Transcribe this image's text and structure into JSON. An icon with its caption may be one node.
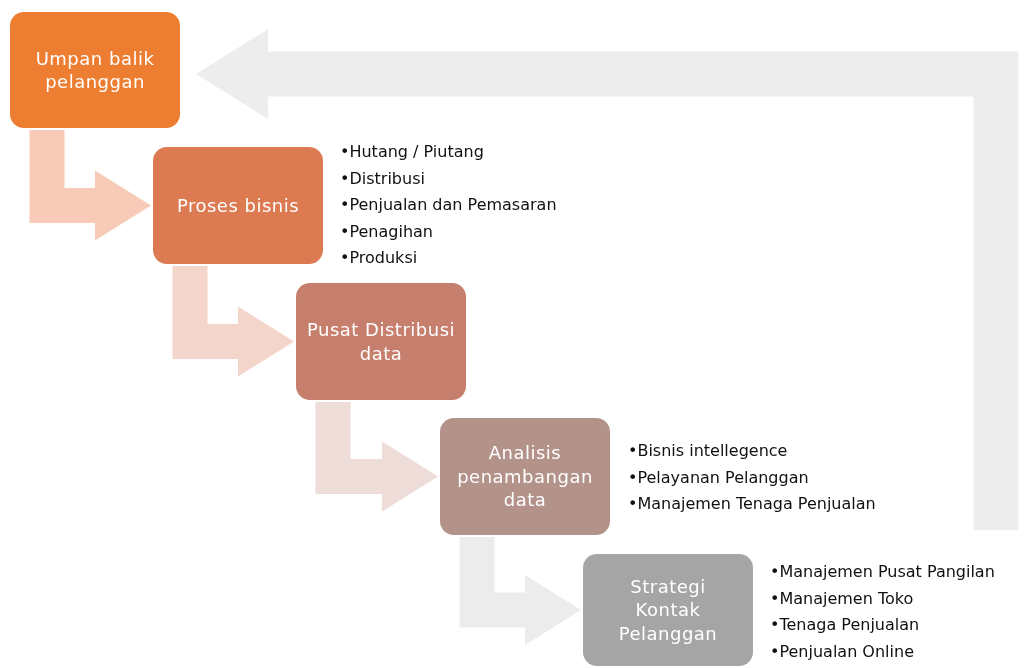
{
  "diagram": {
    "nodes": [
      {
        "text": [
          "Umpan balik pelanggan"
        ]
      },
      {
        "text": [
          "Proses bisnis"
        ],
        "beside": [
          "•Hutang / Piutang",
          "•Distribusi",
          "•Penjualan dan Pemasaran",
          "•Penagihan",
          "•Produksi"
        ]
      },
      {
        "text": [
          "Pusat Distribusi data"
        ]
      },
      {
        "text": [
          "Analisis penambangan data"
        ],
        "beside": [
          "•Bisnis intellegence",
          "•Pelayanan Pelanggan",
          "•Manajemen Tenaga Penjualan"
        ]
      },
      {
        "text": [
          "Strategi Kontak Pelanggan"
        ],
        "beside": [
          "•Manajemen Pusat Pangilan",
          "•Manajemen Toko",
          "•Tenaga Penjualan",
          "•Penjualan Online"
        ]
      }
    ],
    "edges": [
      {
        "from": 0,
        "to": 1,
        "arrow": "to",
        "color": "#f8cbb8"
      },
      {
        "from": 1,
        "to": 2,
        "arrow": "to",
        "color": "#f4d5cc"
      },
      {
        "from": 2,
        "to": 3,
        "arrow": "to",
        "color": "#eedcd8"
      },
      {
        "from": 3,
        "to": 4,
        "arrow": "to",
        "color": "#ececec"
      },
      {
        "from": null,
        "to": 0,
        "arrow": "to",
        "color": "#ededed"
      }
    ]
  }
}
